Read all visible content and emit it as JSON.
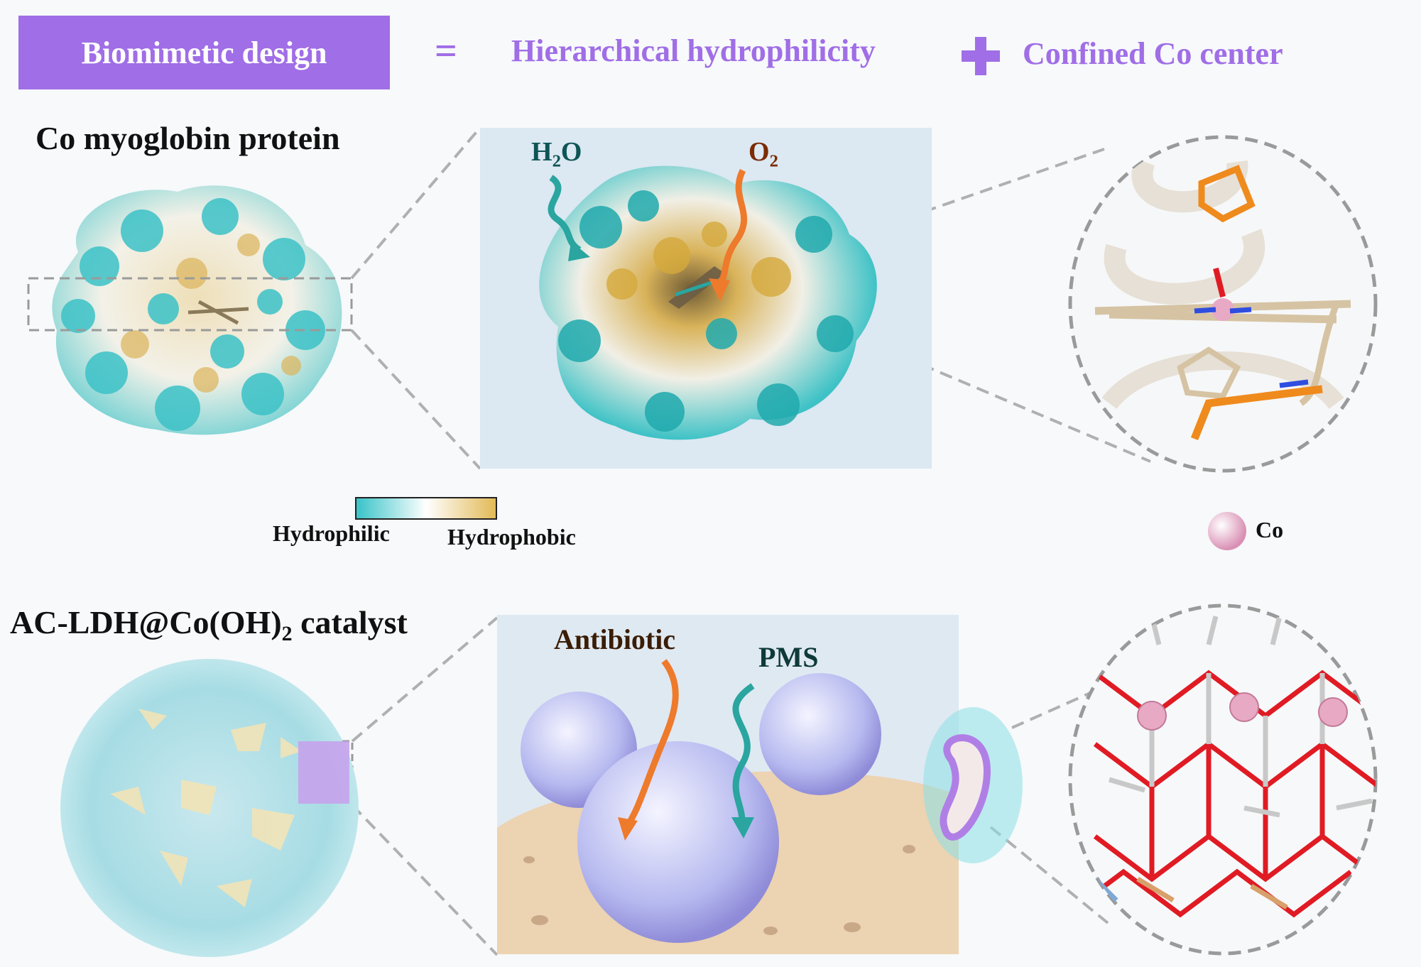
{
  "header": {
    "badge": "Biomimetic design",
    "equals": "=",
    "term1": "Hierarchical hydrophilicity",
    "plus": "+",
    "term2": "Confined Co center",
    "accent_color": "#a06ee6"
  },
  "top_row": {
    "title": "Co myoglobin protein",
    "molecule_h2o": "H2O",
    "molecule_o2": "O2",
    "scale": {
      "left_label": "Hydrophilic",
      "right_label": "Hydrophobic"
    },
    "legend_co": "Co"
  },
  "bottom_row": {
    "title": "AC-LDH@Co(OH)2 catalyst",
    "antibiotic_label": "Antibiotic",
    "pms_label": "PMS"
  },
  "colors": {
    "hydrophilic": "#37c3c8",
    "hydrophobic": "#e2b955",
    "orange_arrow": "#ee7a2c",
    "teal_arrow": "#2aa5a0",
    "co_atom": "#e8a9c4",
    "oxygen": "#e01b24",
    "bond_grey": "#c8c8c8"
  }
}
